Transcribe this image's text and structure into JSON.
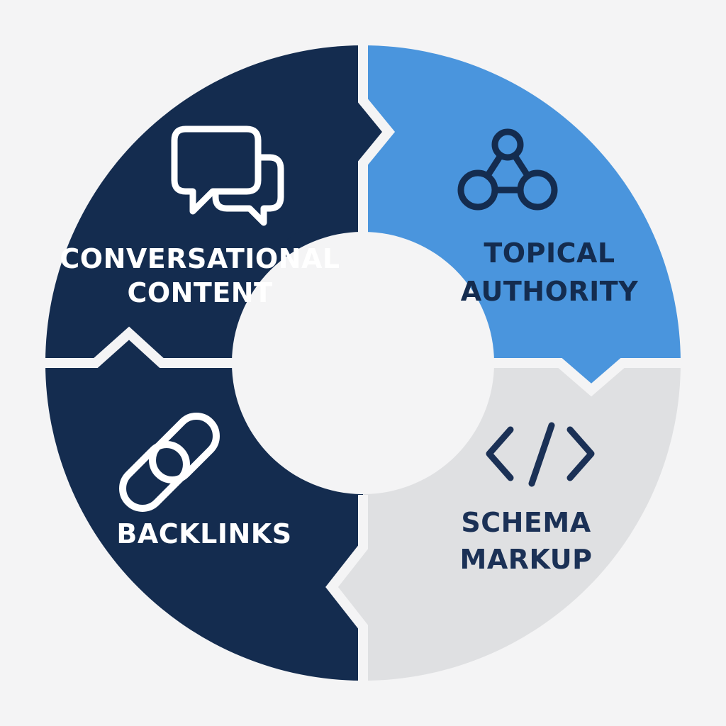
{
  "diagram": {
    "type": "segmented-cycle",
    "segments": [
      {
        "id": "conversational",
        "label_lines": [
          "CONVERSATIONAL",
          "CONTENT"
        ],
        "icon": "chat-bubbles-icon",
        "fill": "#142c4f",
        "text_color": "#ffffff"
      },
      {
        "id": "topical",
        "label_lines": [
          "TOPICAL",
          "AUTHORITY"
        ],
        "icon": "network-triangle-icon",
        "fill": "#4a95dd",
        "text_color": "#142c4f"
      },
      {
        "id": "schema",
        "label_lines": [
          "SCHEMA",
          "MARKUP"
        ],
        "icon": "code-brackets-icon",
        "fill": "#dfe0e2",
        "text_color": "#1b3156"
      },
      {
        "id": "backlinks",
        "label_lines": [
          "BACKLINKS"
        ],
        "icon": "chain-link-icon",
        "fill": "#142c4f",
        "text_color": "#ffffff"
      }
    ],
    "center_fill": "#f4f4f5",
    "background": "#f4f4f5"
  }
}
